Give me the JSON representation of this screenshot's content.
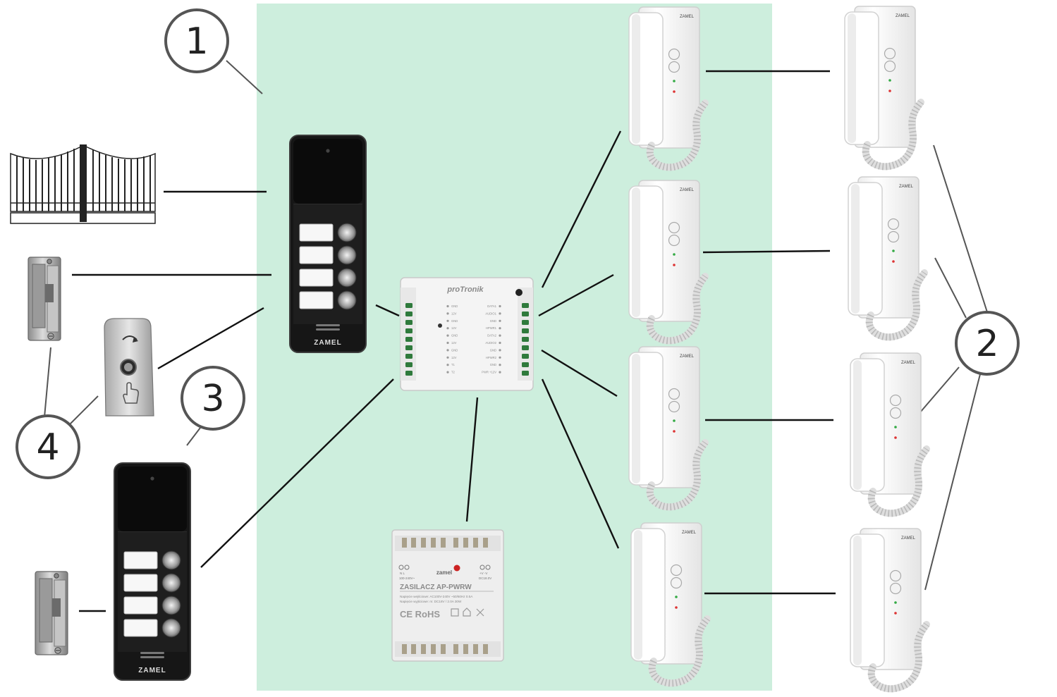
{
  "callouts": {
    "c1": "1",
    "c2": "2",
    "c3": "3",
    "c4": "4"
  },
  "panel_brand": "ZAMEL",
  "hub": {
    "brand": "proTronik",
    "left_labels": [
      "GND",
      "12V",
      "GND",
      "12V",
      "GND",
      "12V",
      "GND",
      "12V",
      "T1",
      "T2"
    ],
    "right_labels": [
      "DATA1",
      "AUDIO1",
      "GND",
      "HPWR1",
      "DATA2",
      "AUDIO2",
      "GND",
      "HPWR2",
      "GND",
      "PWR +12V"
    ]
  },
  "psu": {
    "brand": "zamel",
    "title": "ZASILACZ AP-PWRW",
    "in_terminals": "N   L",
    "in_rating": "100-240V~",
    "out_terminals": "+V  -V",
    "out_rating": "DC18.0V",
    "spec_line1": "Napięcie wejściowe: AC100V-240V ~50/60Hz 0.5A",
    "spec_line2": "Napięcie wyjściowe: m: DC18V / 2.0A 30W",
    "marks": "CE RoHS"
  },
  "handset_brand": "ZAMEL",
  "colors": {
    "zone": "#cdeedd",
    "panel": "#1c1c1c",
    "wire": "#111111",
    "callout_ring": "#555555",
    "handset": "#f7f7f7"
  },
  "icons": [
    "gate-icon",
    "electric-strike-icon",
    "exit-button-icon",
    "door-panel-icon",
    "interface-hub-icon",
    "power-supply-icon",
    "handset-icon"
  ]
}
